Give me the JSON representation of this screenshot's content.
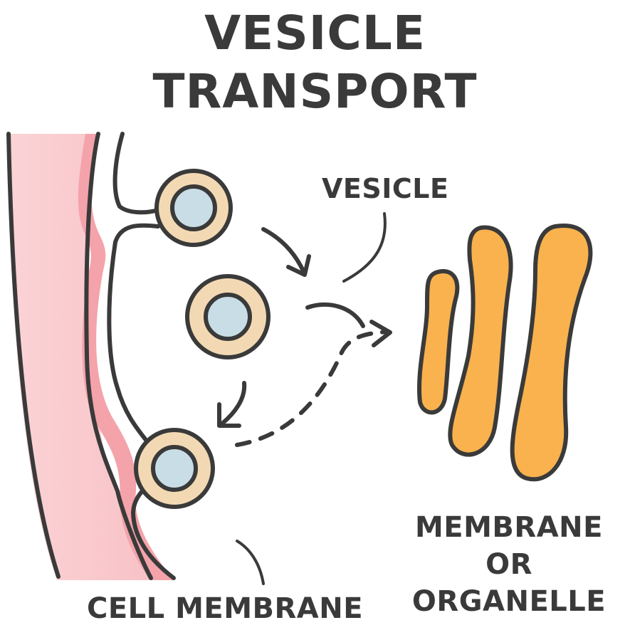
{
  "diagram": {
    "title_line1": "VESICLE",
    "title_line2": "TRANSPORT",
    "labels": {
      "vesicle": "VESICLE",
      "organelle_line1": "MEMBRANE",
      "organelle_line2": "OR ORGANELLE",
      "cell_membrane": "CELL MEMBRANE"
    },
    "colors": {
      "cytoplasm": "#f8c4c8",
      "membrane_band": "#f4a3ab",
      "vesicle_shell": "#f3d9b3",
      "vesicle_core": "#c9dde6",
      "organelle": "#f9b24e",
      "outline": "#3a3a3a"
    }
  }
}
